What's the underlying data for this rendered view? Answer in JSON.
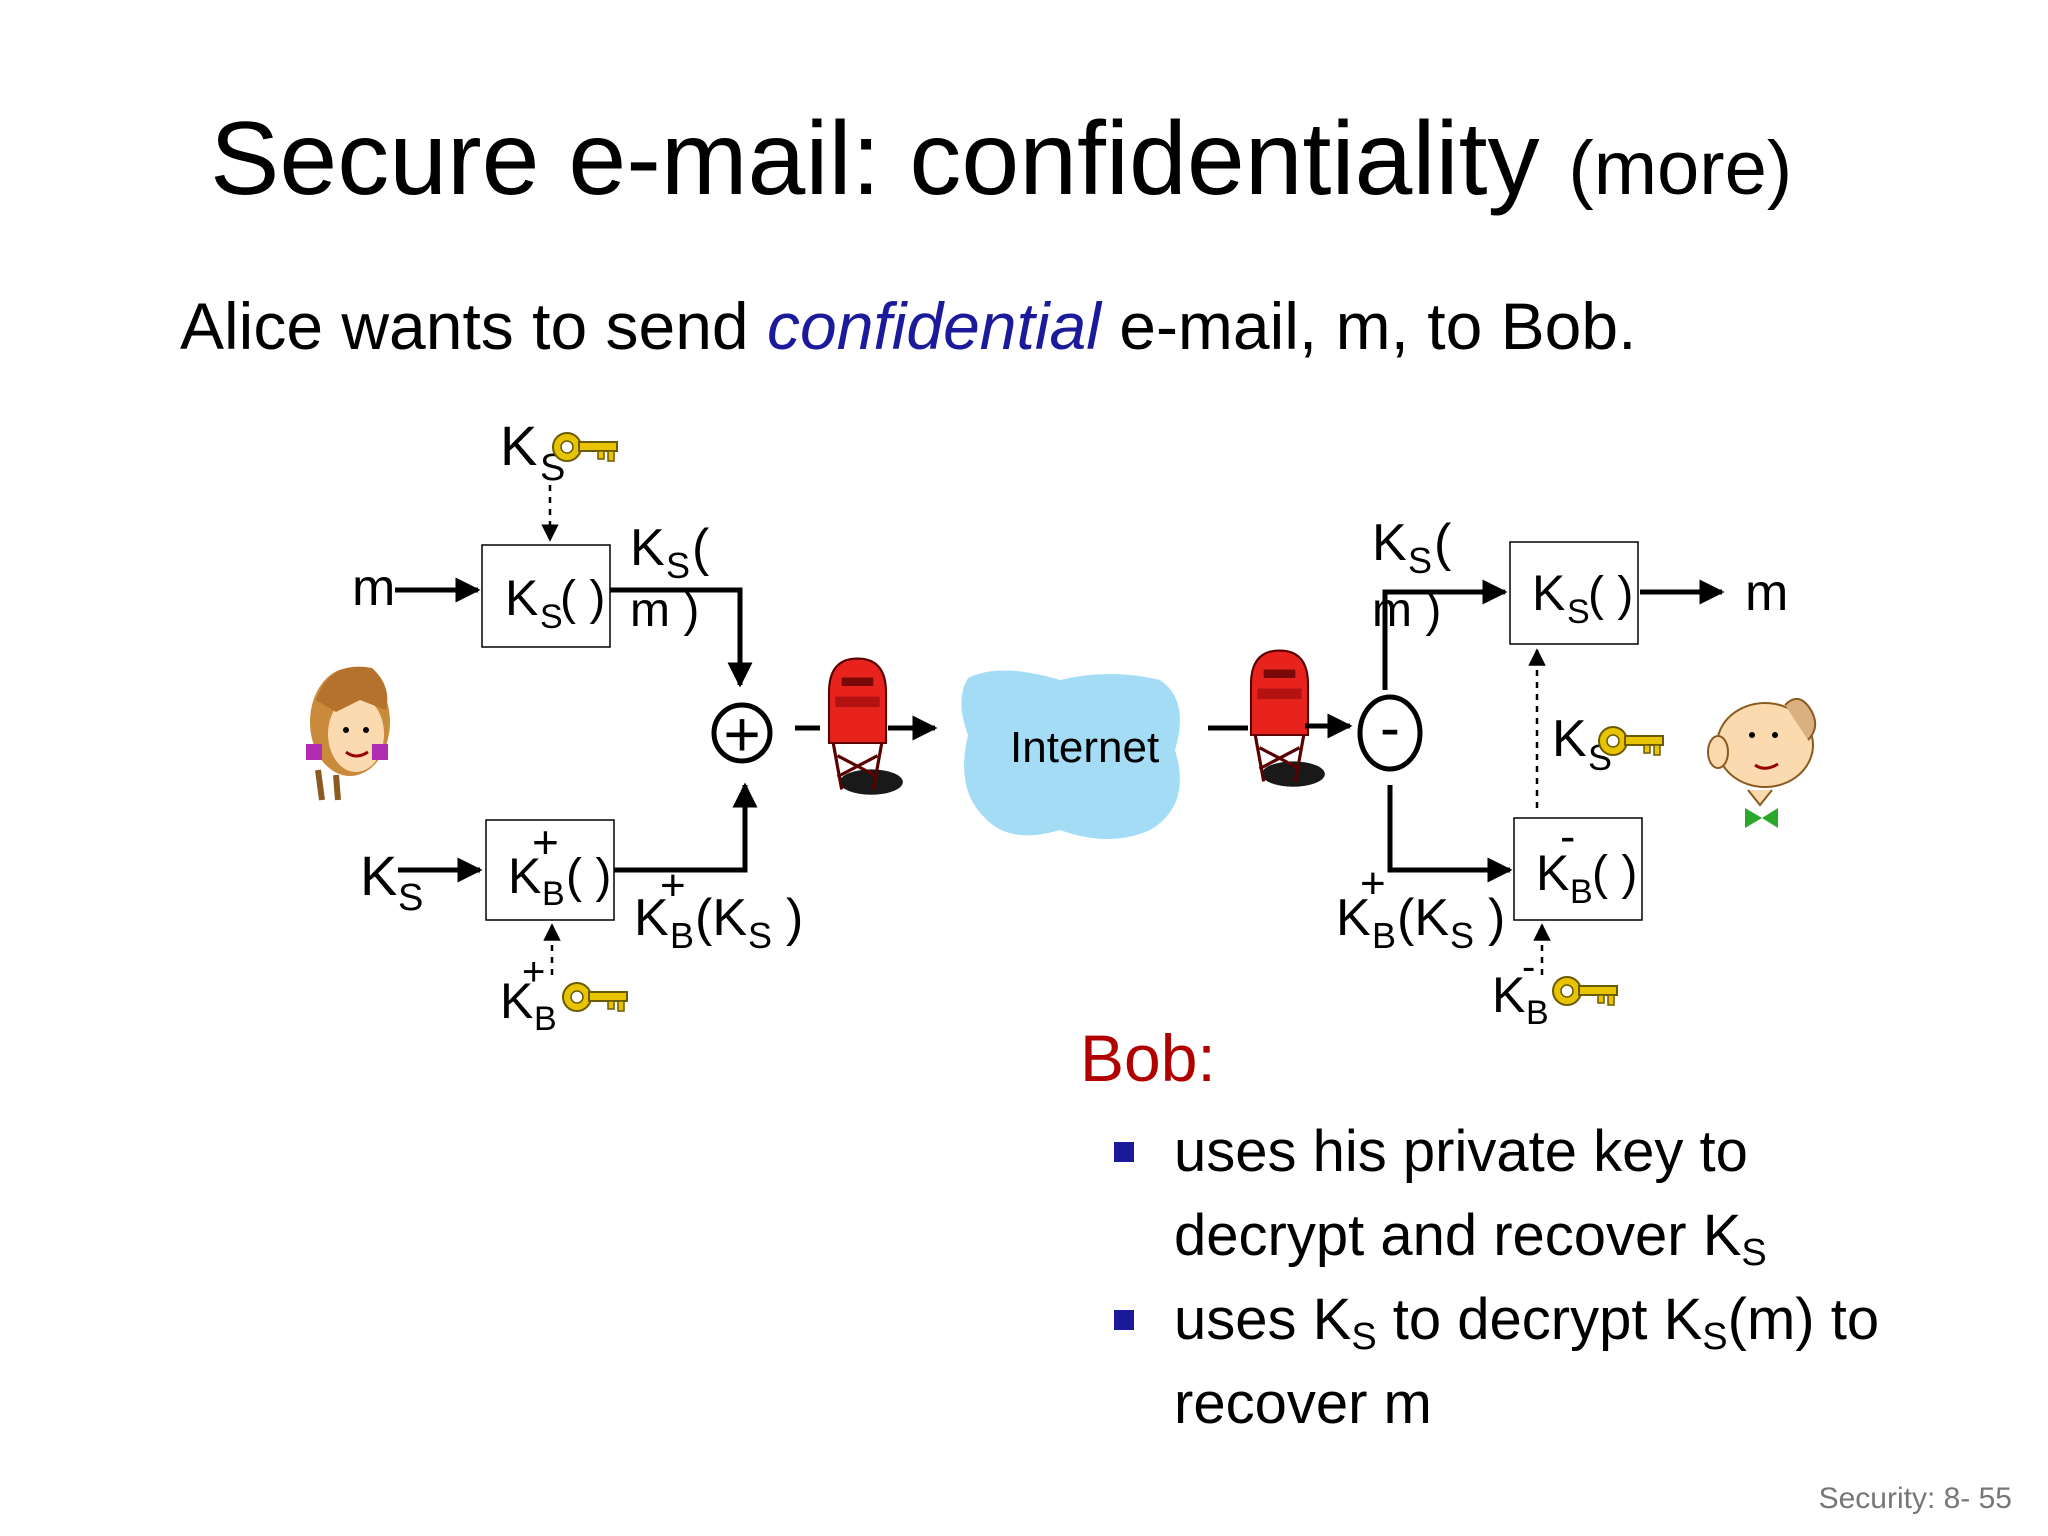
{
  "slide": {
    "title": "Secure e-mail: confidentiality",
    "title_suffix": "(more)",
    "subtitle_before": "Alice wants to send",
    "subtitle_emphasis": "confidential",
    "subtitle_after": "e-mail, m, to Bob.",
    "footer": "Security: 8- 55"
  },
  "diagram": {
    "m": "m",
    "K": "K",
    "S": "S",
    "B": "B",
    "plus": "+",
    "minus": "-",
    "paren_open": "(",
    "paren_close": ")",
    "fn_parens": "( )",
    "m_close": "m )",
    "paren_s_close": "(K",
    "internet": "Internet",
    "add_op": "+",
    "sub_op": "-"
  },
  "bob": {
    "heading": "Bob:",
    "bullet1_line1": "uses his private key to",
    "bullet1_line2": "decrypt and recover K",
    "bullet1_sub": "S",
    "bullet2_a": "uses K",
    "bullet2_sub1": "S",
    "bullet2_b": " to decrypt K",
    "bullet2_sub2": "S",
    "bullet2_c": "(m) to",
    "bullet2_line2": "recover m"
  },
  "colors": {
    "title": "#000000",
    "emphasis": "#1a1a9a",
    "bob_heading": "#b00000",
    "bullet": "#1a1a9a",
    "cloud": "#a4dcf6",
    "mailbox": "#e8231e",
    "key": "#e8c400",
    "footer": "#777777"
  },
  "icons": [
    "key-icon",
    "mailbox-icon",
    "cloud-icon",
    "alice-icon",
    "bob-icon"
  ]
}
